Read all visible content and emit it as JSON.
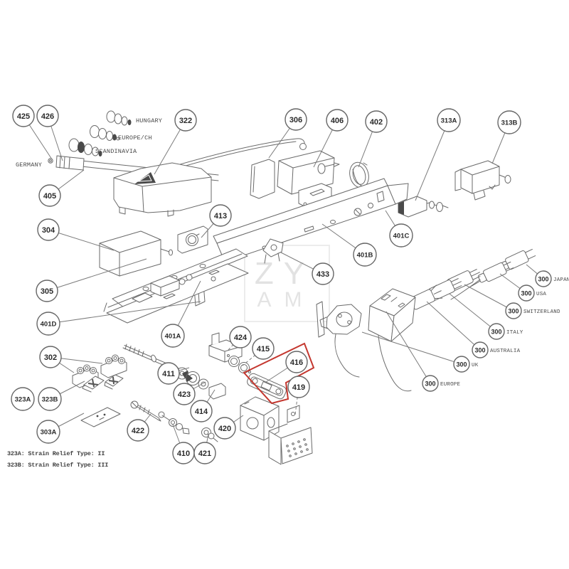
{
  "watermark": {
    "line1": "ZY",
    "line2": "AM"
  },
  "notes": {
    "line1": "323A: Strain Relief Type: II",
    "line2": "323B: Strain Relief Type: III"
  },
  "colors": {
    "line": "#6a6a6a",
    "leader": "#7c7c7c",
    "label_text": "#4a4a4a",
    "balloon_text": "#2b2b2b",
    "highlight_red": "#c4372f",
    "watermark_gray": "#e2e2e2",
    "background": "#ffffff"
  },
  "balloons": {
    "n425": "425",
    "n426": "426",
    "n322": "322",
    "n306": "306",
    "n406": "406",
    "n402": "402",
    "n313A": "313A",
    "n313B": "313B",
    "n405": "405",
    "n304": "304",
    "n413": "413",
    "n401C": "401C",
    "n401B": "401B",
    "n433": "433",
    "n305": "305",
    "n401D": "401D",
    "n401A": "401A",
    "n424": "424",
    "n415": "415",
    "n416": "416",
    "n419": "419",
    "n411": "411",
    "n423": "423",
    "n414": "414",
    "n420": "420",
    "n302": "302",
    "n323A": "323A",
    "n323B": "323B",
    "n303A": "303A",
    "n422": "422",
    "n410": "410",
    "n421": "421",
    "n300": "300"
  },
  "variant_labels": {
    "hungary": "HUNGARY",
    "europe_ch": "EUROPE/CH",
    "scandinavia": "SCANDINAVIA",
    "germany": "GERMANY"
  },
  "cord_labels": {
    "japan": "JAPAN",
    "usa": "USA",
    "switzerland": "SWITZERLAND",
    "italy": "ITALY",
    "australia": "AUSTRALIA",
    "uk": "UK",
    "europe": "EUROPE"
  }
}
